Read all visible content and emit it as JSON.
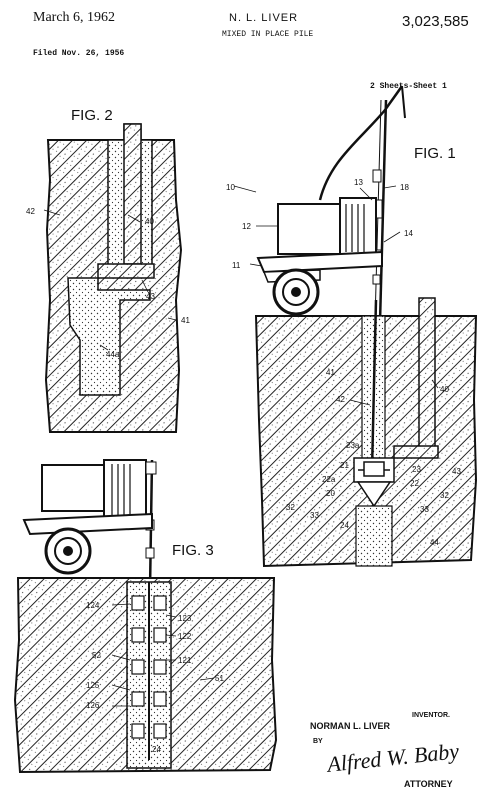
{
  "header": {
    "date": "March 6, 1962",
    "inventor_name": "N. L. LIVER",
    "title": "MIXED IN PLACE PILE",
    "patent_number": "3,023,585",
    "filed": "Filed Nov. 26, 1956",
    "sheet_info": "2 Sheets-Sheet 1"
  },
  "figures": {
    "fig1": "FIG. 1",
    "fig2": "FIG. 2",
    "fig3": "FIG. 3"
  },
  "labels": {
    "fig2": [
      "42",
      "40",
      "43",
      "41",
      "44a"
    ],
    "fig1": [
      "10",
      "13",
      "18",
      "12",
      "14",
      "11",
      "41",
      "42",
      "40",
      "23a",
      "21",
      "23",
      "43",
      "22a",
      "22",
      "20",
      "32",
      "32",
      "33",
      "33",
      "24",
      "44"
    ],
    "fig3": [
      "124",
      "123",
      "122",
      "52",
      "121",
      "51",
      "125",
      "126",
      "24"
    ]
  },
  "signature": {
    "inventor_caption": "INVENTOR.",
    "inventor_full": "NORMAN L. LIVER",
    "by": "BY",
    "attorney_signature": "Alfred W. Baby",
    "attorney_caption": "ATTORNEY"
  }
}
